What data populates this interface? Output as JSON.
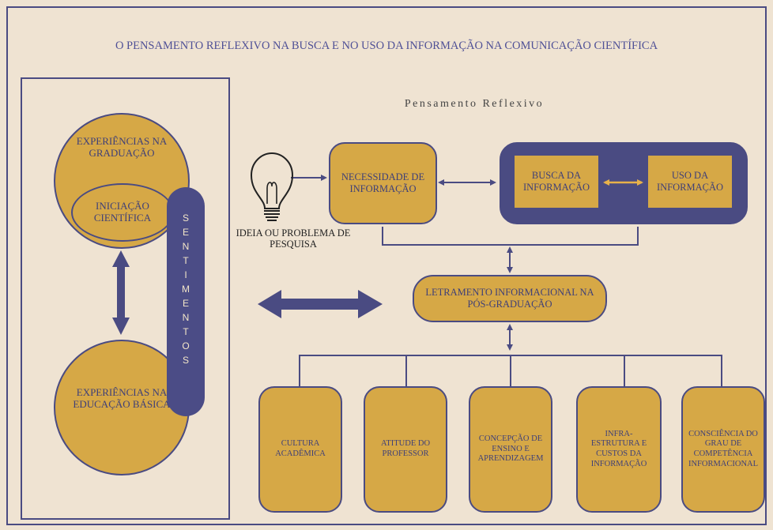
{
  "title": "O PENSAMENTO REFLEXIVO NA BUSCA E NO USO DA INFORMAÇÃO NA COMUNICAÇÃO CIENTÍFICA",
  "subtitle": "Pensamento Reflexivo",
  "left_panel": {
    "experiencias_graduacao": "EXPERIÊNCIAS NA GRADUAÇÃO",
    "iniciacao_cientifica": "INICIAÇÃO CIENTÍFICA",
    "experiencias_basica": "EXPERIÊNCIAS NA EDUCAÇÃO BÁSICA",
    "sentimentos_letters": [
      "S",
      "E",
      "N",
      "T",
      "I",
      "M",
      "E",
      "N",
      "T",
      "O",
      "S"
    ]
  },
  "idea_label": "IDEIA OU PROBLEMA DE PESQUISA",
  "necessidade": "NECESSIDADE DE INFORMAÇÃO",
  "busca": "BUSCA DA INFORMAÇÃO",
  "uso": "USO DA INFORMAÇÃO",
  "letramento": "LETRAMENTO INFORMACIONAL NA PÓS-GRADUAÇÃO",
  "factors": [
    "CULTURA ACADÊMICA",
    "ATITUDE DO PROFESSOR",
    "CONCEPÇÃO DE ENSINO E APRENDIZAGEM",
    "INFRA-ESTRUTURA E CUSTOS DA INFORMAÇÃO",
    "CONSCIÊNCIA DO GRAU DE COMPETÊNCIA INFORMACIONAL"
  ],
  "colors": {
    "background": "#efe3d2",
    "gold": "#d6a846",
    "navy": "#4a4b82",
    "text": "#3e3f78"
  }
}
